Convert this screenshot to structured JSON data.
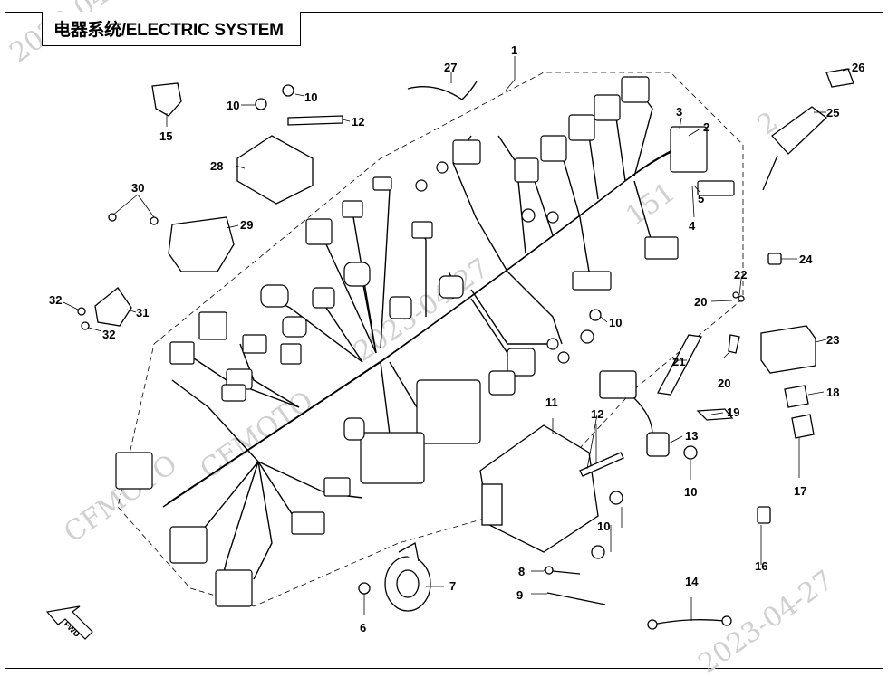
{
  "title": "电器系统/ELECTRIC SYSTEM",
  "watermarks": [
    "CFMOTO",
    "CFMOTO",
    "2023-04-27",
    "151",
    "2",
    "2023-04-27",
    "2023-04-27"
  ],
  "fwd_label": "FWD",
  "callouts": [
    {
      "id": "c1",
      "label": "1"
    },
    {
      "id": "c2",
      "label": "2"
    },
    {
      "id": "c3",
      "label": "3"
    },
    {
      "id": "c4",
      "label": "4"
    },
    {
      "id": "c5",
      "label": "5"
    },
    {
      "id": "c6",
      "label": "6"
    },
    {
      "id": "c7",
      "label": "7"
    },
    {
      "id": "c8",
      "label": "8"
    },
    {
      "id": "c9",
      "label": "9"
    },
    {
      "id": "c10a",
      "label": "10"
    },
    {
      "id": "c10b",
      "label": "10"
    },
    {
      "id": "c10c",
      "label": "10"
    },
    {
      "id": "c10d",
      "label": "10"
    },
    {
      "id": "c10e",
      "label": "10"
    },
    {
      "id": "c11",
      "label": "11"
    },
    {
      "id": "c12a",
      "label": "12"
    },
    {
      "id": "c12b",
      "label": "12"
    },
    {
      "id": "c13",
      "label": "13"
    },
    {
      "id": "c14",
      "label": "14"
    },
    {
      "id": "c15",
      "label": "15"
    },
    {
      "id": "c16",
      "label": "16"
    },
    {
      "id": "c17",
      "label": "17"
    },
    {
      "id": "c18",
      "label": "18"
    },
    {
      "id": "c19",
      "label": "19"
    },
    {
      "id": "c20a",
      "label": "20"
    },
    {
      "id": "c20b",
      "label": "20"
    },
    {
      "id": "c21",
      "label": "21"
    },
    {
      "id": "c22",
      "label": "22"
    },
    {
      "id": "c23",
      "label": "23"
    },
    {
      "id": "c24",
      "label": "24"
    },
    {
      "id": "c25",
      "label": "25"
    },
    {
      "id": "c26",
      "label": "26"
    },
    {
      "id": "c27",
      "label": "27"
    },
    {
      "id": "c28",
      "label": "28"
    },
    {
      "id": "c29",
      "label": "29"
    },
    {
      "id": "c30",
      "label": "30"
    },
    {
      "id": "c31",
      "label": "31"
    },
    {
      "id": "c32a",
      "label": "32"
    },
    {
      "id": "c32b",
      "label": "32"
    }
  ]
}
